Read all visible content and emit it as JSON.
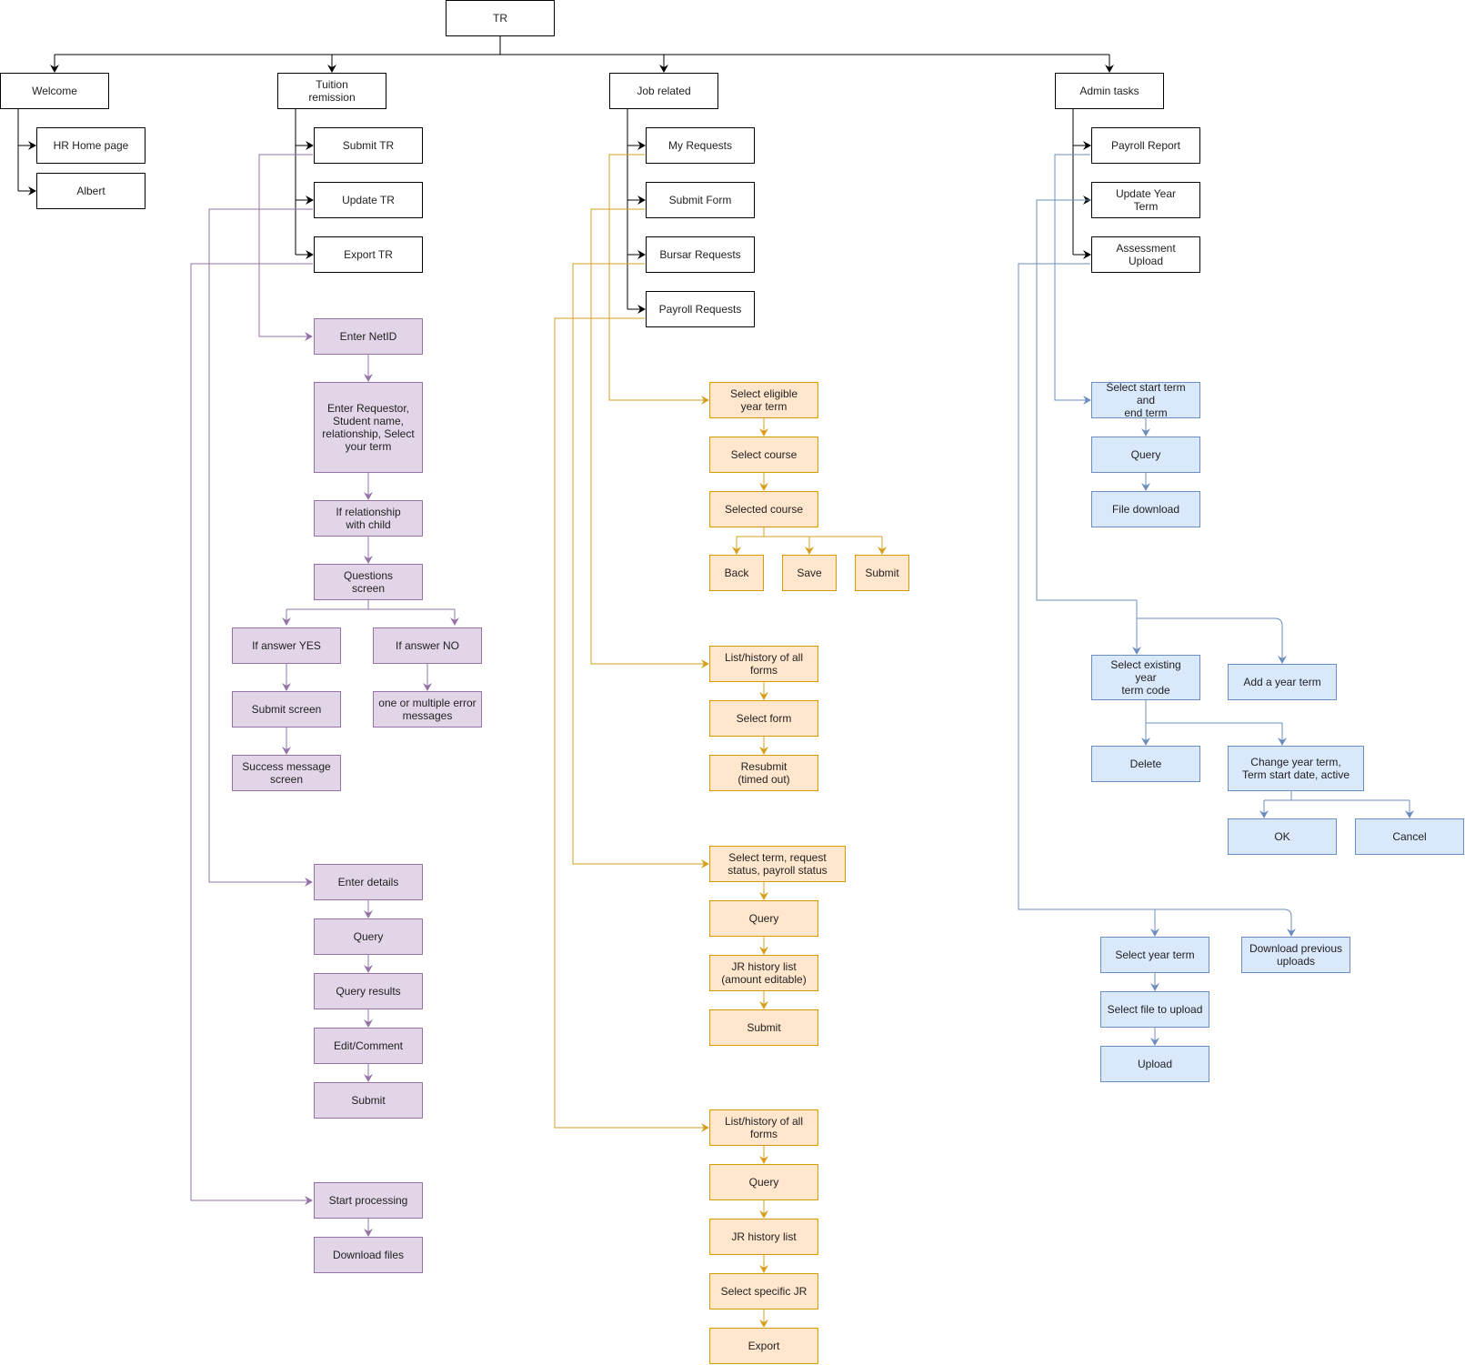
{
  "colors": {
    "black": "#000000",
    "purple": "#9673a6",
    "orange": "#d6a01e",
    "blue": "#6c8ebf"
  },
  "nodes": {
    "tr": "TR",
    "welcome": "Welcome",
    "hr_home_page": "HR Home page",
    "albert": "Albert",
    "tuition_remission": "Tuition\nremission",
    "submit_tr": "Submit TR",
    "update_tr": "Update TR",
    "export_tr": "Export TR",
    "enter_netid": "Enter NetID",
    "enter_requestor": "Enter Requestor,\nStudent name,\nrelationship, Select\nyour term",
    "if_relationship_child": "If relationship\nwith child",
    "questions_screen": "Questions\nscreen",
    "if_answer_yes": "If answer YES",
    "if_answer_no": "If answer NO",
    "submit_screen": "Submit screen",
    "error_messages": "one or multiple error\nmessages",
    "success_message_screen": "Success message\nscreen",
    "enter_details": "Enter details",
    "tr_query": "Query",
    "tr_query_results": "Query results",
    "tr_edit_comment": "Edit/Comment",
    "tr_submit": "Submit",
    "start_processing": "Start processing",
    "download_files": "Download files",
    "job_related": "Job related",
    "my_requests": "My Requests",
    "submit_form": "Submit Form",
    "bursar_requests": "Bursar Requests",
    "payroll_requests": "Payroll Requests",
    "select_eligible_year_term": "Select eligible\nyear term",
    "select_course": "Select course",
    "selected_course": "Selected course",
    "back": "Back",
    "save": "Save",
    "jr_submit_1": "Submit",
    "list_history_forms_1": "List/history of all\nforms",
    "select_form": "Select form",
    "resubmit": "Resubmit\n(timed out)",
    "select_term_request_status": "Select term, request\nstatus, payroll status",
    "jr_query_1": "Query",
    "jr_history_list_editable": "JR history list\n(amount editable)",
    "jr_submit_2": "Submit",
    "list_history_forms_2": "List/history of all\nforms",
    "jr_query_2": "Query",
    "jr_history_list": "JR history list",
    "select_specific_jr": "Select specific JR",
    "export": "Export",
    "admin_tasks": "Admin tasks",
    "payroll_report": "Payroll Report",
    "update_year_term": "Update Year\nTerm",
    "assessment_upload": "Assessment\nUpload",
    "select_start_end_term": "Select start term and\nend term",
    "admin_query": "Query",
    "file_download": "File download",
    "select_existing_year_term": "Select existing\nyear\nterm code",
    "add_year_term": "Add a year term",
    "delete": "Delete",
    "change_year_term": "Change year term,\nTerm start date, active",
    "ok": "OK",
    "cancel": "Cancel",
    "select_year_term": "Select year term",
    "download_previous_uploads": "Download previous\nuploads",
    "select_file_to_upload": "Select file to upload",
    "upload": "Upload"
  }
}
